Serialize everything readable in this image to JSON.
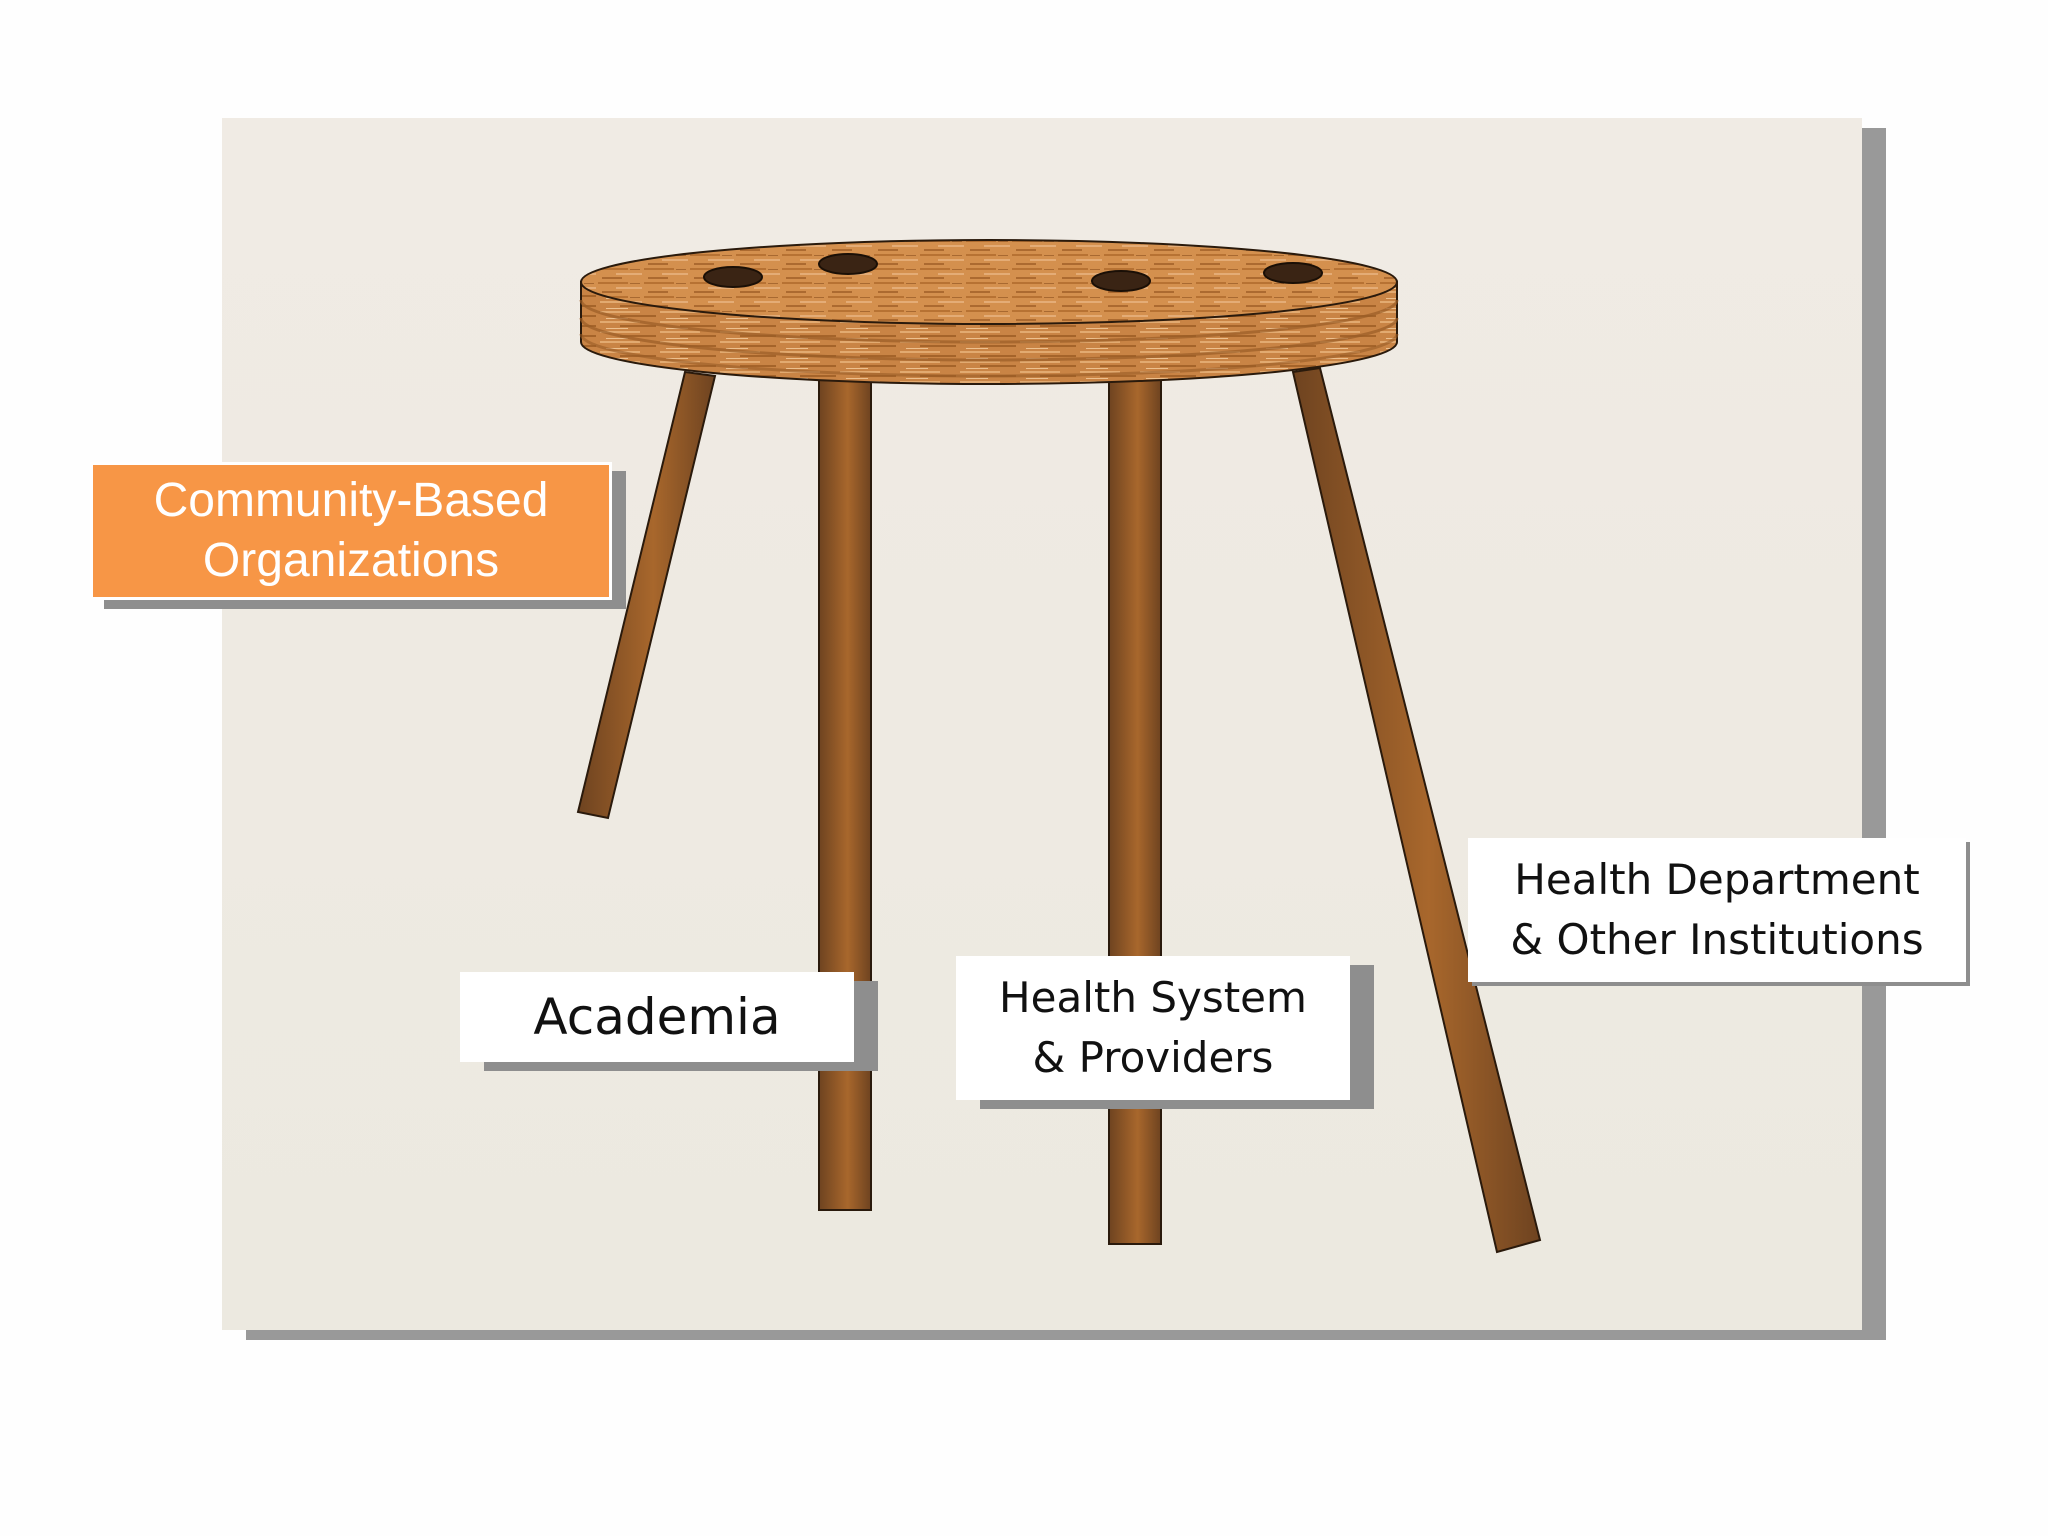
{
  "diagram": {
    "labels": {
      "community_based_organizations": "Community-Based\nOrganizations",
      "academia": "Academia",
      "health_system_providers": "Health System\n& Providers",
      "health_department_other_institutions": "Health  Department\n&  Other Institutions"
    },
    "colors": {
      "highlight_box": "#f79646",
      "panel_background": "#eeeae2",
      "panel_shadow": "#999999",
      "wood_light": "#d9924e",
      "wood_dark": "#6e4320",
      "leg": "#8b5a2b"
    },
    "icons": [
      "three-legged-stool"
    ]
  }
}
